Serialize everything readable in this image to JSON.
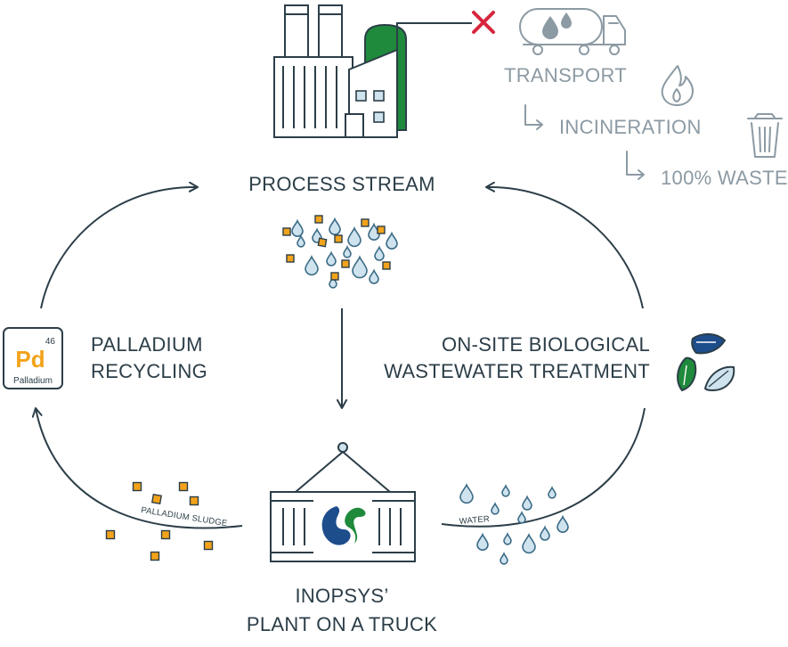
{
  "labels": {
    "process_stream": "PROCESS STREAM",
    "transport": "TRANSPORT",
    "incineration": "INCINERATION",
    "waste": "100% WASTE",
    "palladium_line1": "PALLADIUM",
    "palladium_line2": "RECYCLING",
    "biological_line1": "ON-SITE BIOLOGICAL",
    "biological_line2": "WASTEWATER TREATMENT",
    "inopsys_line1": "INOPSYS’",
    "inopsys_line2": "PLANT ON A TRUCK",
    "palladium_sludge": "PALLADIUM SLUDGE",
    "water": "WATER"
  },
  "element": {
    "atomic_number": "46",
    "symbol": "Pd",
    "name": "Palladium"
  },
  "colors": {
    "dark": "#2c3e48",
    "grey": "#8c9aa3",
    "green": "#1f8a3c",
    "blue": "#1e4d8c",
    "orange": "#f2a31b",
    "drop_fill": "#cfe3ee",
    "drop_stroke": "#3b6b86",
    "red": "#d7263d"
  },
  "icons": {
    "factory": "factory-icon",
    "cross": "cross-icon",
    "truck": "tanker-truck-icon",
    "flame": "flame-icon",
    "trash": "trash-icon",
    "leaves": "leaves-icon",
    "container": "container-icon",
    "logo": "inopsys-logo-icon"
  }
}
